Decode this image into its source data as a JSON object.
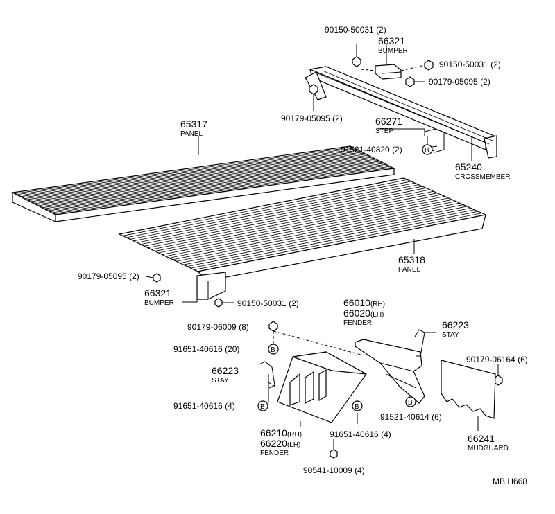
{
  "labels": {
    "bolt_top": "90150-50031 (2)",
    "bumper_top_num": "66321",
    "bumper_top_name": "BUMPER",
    "bolt_top_right": "90150-50031 (2)",
    "nut_top_right": "90179-05095 (2)",
    "nut_top_left": "90179-05095 (2)",
    "step_num": "66271",
    "step_name": "STEP",
    "clip_step": "91521-40820 (2)",
    "panel_left_num": "65317",
    "panel_left_name": "PANEL",
    "crossmember_num": "65240",
    "crossmember_name": "CROSSMEMBER",
    "panel_right_num": "65318",
    "panel_right_name": "PANEL",
    "nut_left": "90179-05095 (2)",
    "bumper_bottom_num": "66321",
    "bumper_bottom_name": "BUMPER",
    "bolt_bottom": "90150-50031 (2)",
    "fender_rh_num": "66010",
    "fender_rh_suffix": "(RH)",
    "fender_lh_num": "66020",
    "fender_lh_suffix": "(LH)",
    "fender_upper_name": "FENDER",
    "nut_fender": "90179-06009 (8)",
    "clip_fender_20": "91651-40616 (20)",
    "stay_right_num": "66223",
    "stay_right_name": "STAY",
    "stay_left_num": "66223",
    "stay_left_name": "STAY",
    "nut_mudguard": "90179-06164 (6)",
    "clip_left_4": "91651-40616 (4)",
    "clip_right_6": "91521-40614 (6)",
    "fender_rh2_num": "66210",
    "fender_rh2_suffix": "(RH)",
    "fender_lh2_num": "66220",
    "fender_lh2_suffix": "(LH)",
    "fender_lower_name": "FENDER",
    "clip_lower_4": "91651-40616 (4)",
    "mudguard_num": "66241",
    "mudguard_name": "MUDGUARD",
    "washer_bottom": "90541-10009 (4)",
    "ref_code": "MB  H668"
  },
  "markers": {
    "b": "B"
  }
}
